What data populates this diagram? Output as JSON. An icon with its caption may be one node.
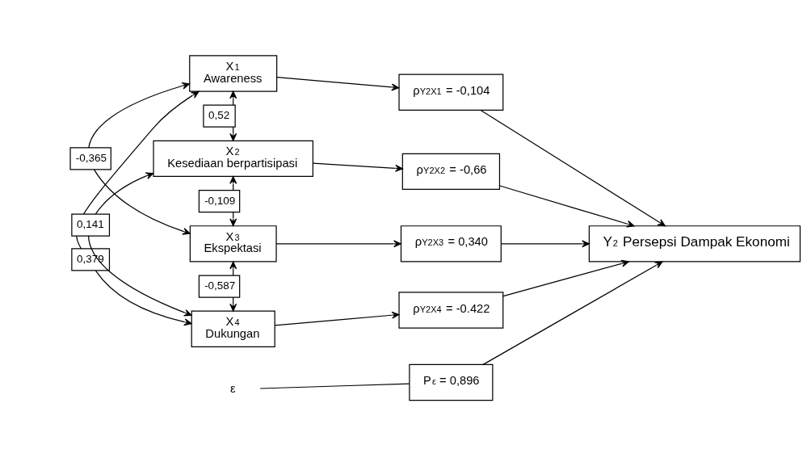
{
  "diagram": {
    "nodes": [
      {
        "text": [
          "X$_{1}$",
          "Awareness"
        ]
      },
      {
        "text": [
          "X$_{2}$",
          "Kesediaan berpartisipasi"
        ]
      },
      {
        "text": [
          "X$_{3}$",
          "Ekspektasi"
        ]
      },
      {
        "text": [
          "X$_{4}$",
          "Dukungan"
        ]
      },
      {
        "text": [
          "ρ$_{Y2X1}$ = -0,104"
        ]
      },
      {
        "text": [
          "ρ$_{Y2X2}$ = -0,66"
        ]
      },
      {
        "text": [
          "ρ$_{Y2X3}$ = 0,340"
        ]
      },
      {
        "text": [
          "ρ$_{Y2X4}$ = -0.422"
        ]
      },
      {
        "text": [
          "ε"
        ]
      },
      {
        "text": [
          "P$_{ε}$ = 0,896"
        ]
      },
      {
        "text": [
          "Y$_{2}$ Persepsi Dampak Ekonomi"
        ]
      }
    ],
    "edges": [
      {
        "from": 0,
        "to": 1,
        "arrow": "both",
        "label": "0,52"
      },
      {
        "from": 0,
        "to": 2,
        "arrow": "both",
        "label": "-0,365"
      },
      {
        "from": 0,
        "to": 3,
        "arrow": "both",
        "label": "0,379"
      },
      {
        "from": 1,
        "to": 2,
        "arrow": "both",
        "label": "-0,109"
      },
      {
        "from": 1,
        "to": 3,
        "arrow": "both",
        "label": "0,141"
      },
      {
        "from": 2,
        "to": 3,
        "arrow": "both",
        "label": "-0,587"
      },
      {
        "from": 0,
        "to": 4,
        "arrow": "to"
      },
      {
        "from": 1,
        "to": 5,
        "arrow": "to"
      },
      {
        "from": 2,
        "to": 6,
        "arrow": "to"
      },
      {
        "from": 3,
        "to": 7,
        "arrow": "to"
      },
      {
        "from": 4,
        "to": 10,
        "arrow": "to"
      },
      {
        "from": 5,
        "to": 10,
        "arrow": "to"
      },
      {
        "from": 6,
        "to": 10,
        "arrow": "to"
      },
      {
        "from": 7,
        "to": 10,
        "arrow": "to"
      },
      {
        "from": 8,
        "to": 9,
        "arrow": "none"
      },
      {
        "from": 9,
        "to": 10,
        "arrow": "to"
      }
    ]
  }
}
